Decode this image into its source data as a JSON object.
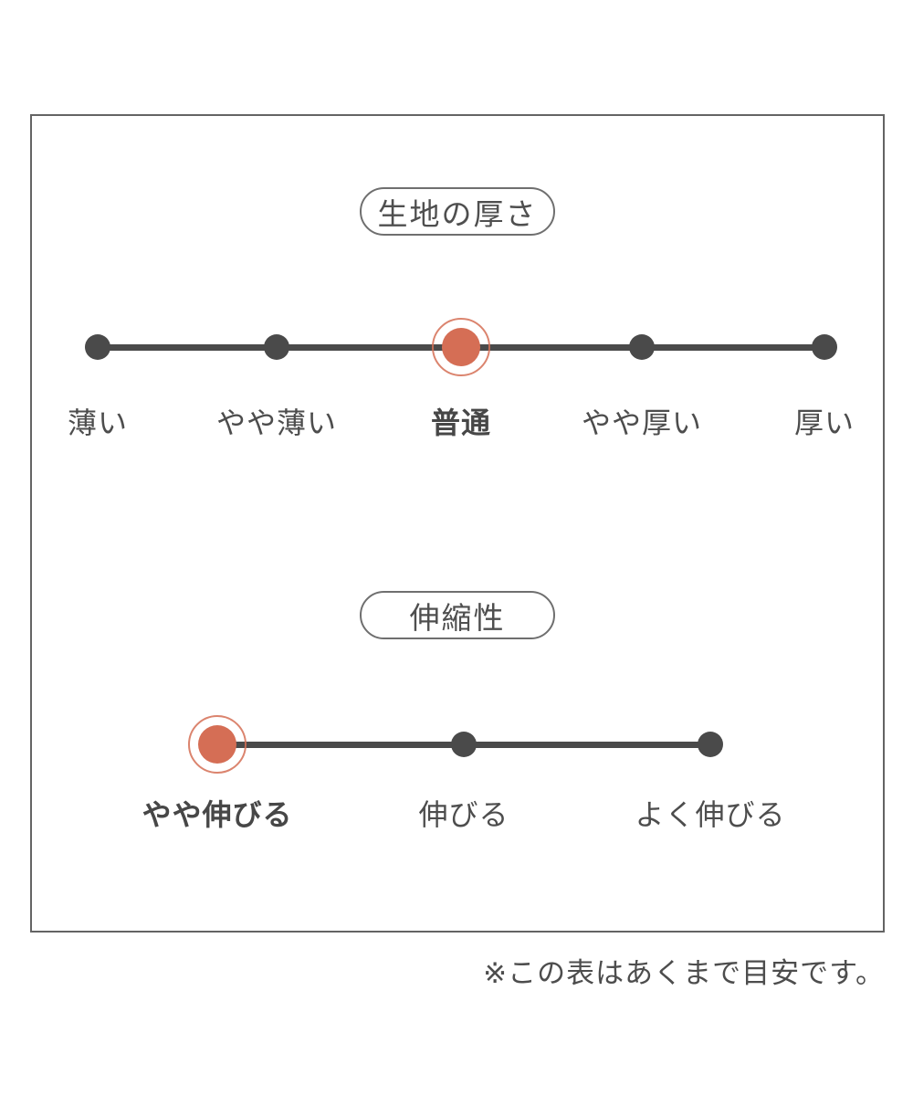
{
  "chart_data": [
    {
      "type": "scale",
      "title": "生地の厚さ",
      "categories": [
        "薄い",
        "やや薄い",
        "普通",
        "やや厚い",
        "厚い"
      ],
      "selected": "普通",
      "selected_index": 2,
      "num_points": 5,
      "marker_color_selected": "#d56e55",
      "marker_color_default": "#4a4a4a"
    },
    {
      "type": "scale",
      "title": "伸縮性",
      "categories": [
        "やや伸びる",
        "伸びる",
        "よく伸びる"
      ],
      "selected": "やや伸びる",
      "selected_index": 0,
      "num_points": 3,
      "marker_color_selected": "#d56e55",
      "marker_color_default": "#4a4a4a"
    }
  ],
  "note": "※この表はあくまで目安です。",
  "colors": {
    "accent": "#d56e55",
    "ink": "#4a4a4a",
    "frame_border": "#646464"
  }
}
